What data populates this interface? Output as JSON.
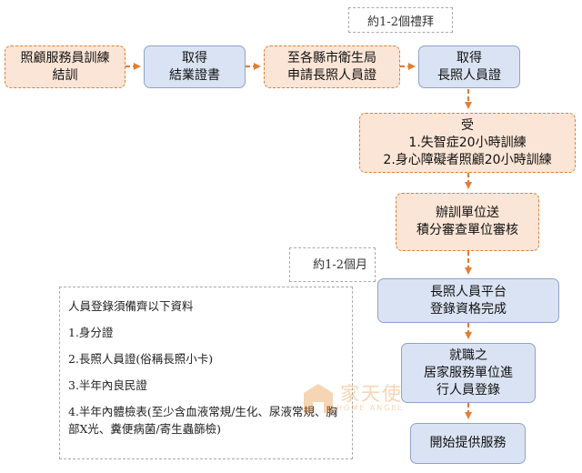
{
  "nodes": {
    "caregiver_training": "照顧服務員訓練\n結訓",
    "obtain_completion_cert": "取得\n結業證書",
    "apply_ltc_id": "至各縣市衛生局\n申請長照人員證",
    "obtain_ltc_id": "取得\n長照人員證",
    "receive_training": "受\n1.失智症20小時訓練\n2.身心障礙者照顧20小時訓練",
    "submit_credit_review": "辦訓單位送\n積分審查單位審核",
    "platform_registration": "長照人員平台\n登錄資格完成",
    "employer_registration": "就職之\n居家服務單位進\n行人員登錄",
    "start_service": "開始提供服務"
  },
  "notes": {
    "about_weeks": "約1-2個禮拜",
    "about_months": "約1-2個月"
  },
  "documents": {
    "title": "人員登錄須備齊以下資料",
    "items": [
      "1.身分證",
      "2.長照人員證(俗稱長照小卡)",
      "3.半年內良民證",
      "4.半年內體檢表(至少含血液常規/生化、尿液常規、胸部X光、糞便病菌/寄生蟲篩檢)"
    ]
  },
  "watermark": {
    "name": "家天使",
    "sub": "HOME ANGEL"
  },
  "colors": {
    "orange_fill": "#fbe5d6",
    "orange_border": "#e07f35",
    "blue_fill": "#dae3f3",
    "blue_border": "#8fa3c8",
    "arrow": "#e07f35"
  }
}
